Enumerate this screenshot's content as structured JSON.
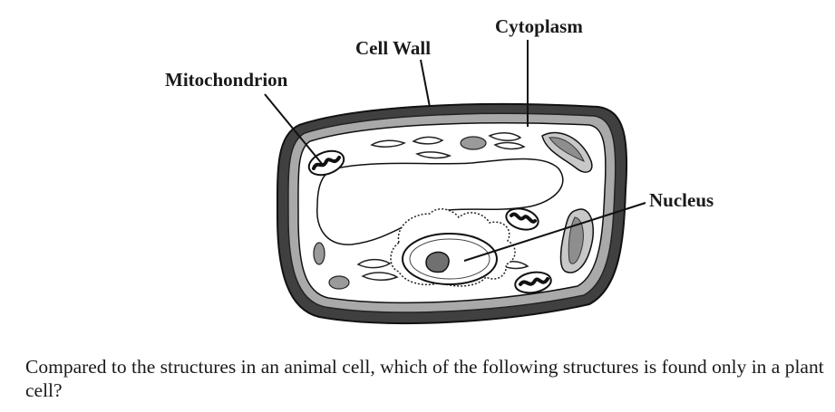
{
  "labels": {
    "cell_wall": "Cell Wall",
    "cytoplasm": "Cytoplasm",
    "mitochondrion": "Mitochondrion",
    "nucleus": "Nucleus"
  },
  "question": "Compared to the structures in an animal cell, which of the following structures is found only in a plant cell?"
}
